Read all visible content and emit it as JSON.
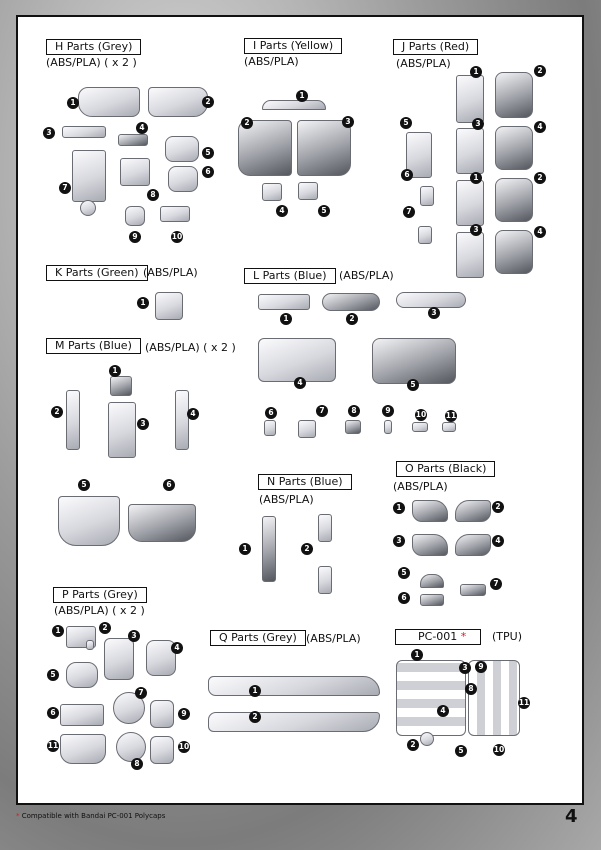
{
  "sections": {
    "h": {
      "label": "H Parts (Grey)",
      "material": "(ABS/PLA) ( x 2 )"
    },
    "i": {
      "label": "I Parts (Yellow)",
      "material": "(ABS/PLA)"
    },
    "j": {
      "label": "J Parts (Red)",
      "material": "(ABS/PLA)"
    },
    "k": {
      "label": "K Parts (Green)",
      "material": "(ABS/PLA)"
    },
    "l": {
      "label": "L Parts (Blue)",
      "material": "(ABS/PLA)"
    },
    "m": {
      "label": "M Parts (Blue)",
      "material": "(ABS/PLA) ( x 2 )"
    },
    "n": {
      "label": "N Parts (Blue)",
      "material": "(ABS/PLA)"
    },
    "o": {
      "label": "O Parts (Black)",
      "material": "(ABS/PLA)"
    },
    "p": {
      "label": "P Parts (Grey)",
      "material": "(ABS/PLA) ( x 2 )"
    },
    "q": {
      "label": "Q Parts (Grey)",
      "material": "(ABS/PLA)"
    },
    "pc": {
      "label": "PC-001",
      "asterisk": "*",
      "material": "(TPU)"
    }
  },
  "numbers": [
    "1",
    "2",
    "3",
    "4",
    "5",
    "6",
    "7",
    "8",
    "9",
    "10",
    "11"
  ],
  "footnote": {
    "asterisk": "*",
    "text": "Compatible with Bandai PC-001 Polycaps"
  },
  "page_number": "4",
  "colors": {
    "asterisk": "#d91a1a",
    "badge": "#111111",
    "frame": "#111111"
  }
}
